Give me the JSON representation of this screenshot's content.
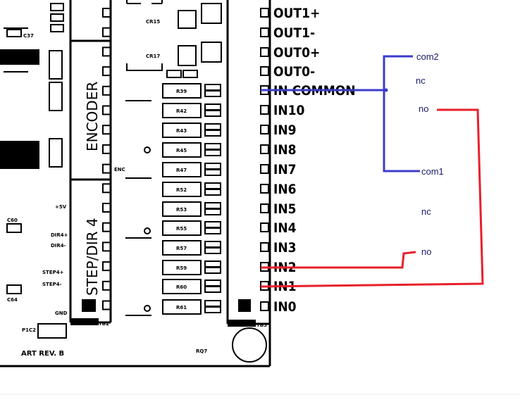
{
  "board": {
    "right_pins": [
      "OUT1+",
      "OUT1-",
      "OUT0+",
      "OUT0-",
      "IN COMMON",
      "IN10",
      "IN9",
      "IN8",
      "IN7",
      "IN6",
      "IN5",
      "IN4",
      "IN3",
      "IN2",
      "IN1",
      "IN0"
    ],
    "resistors": [
      "R39",
      "R42",
      "R43",
      "R45",
      "R47",
      "R52",
      "R53",
      "R55",
      "R57",
      "R59",
      "R60",
      "R61"
    ],
    "section_encoder": "ENCODER",
    "section_stepdir": "STEP/DIR 4",
    "left_labels": [
      "+5V",
      "DIR4+",
      "DIR4-",
      "STEP4+",
      "STEP4-",
      "GND"
    ],
    "enc_label": "ENC",
    "revision": "ART REV. B",
    "tb2": "TB2",
    "tb3": "TB3",
    "p1c2": "P1C2",
    "rq7": "RQ7",
    "cr15": "CR15",
    "cr17": "CR17",
    "c37": "C37",
    "c60": "C60",
    "c64": "C64"
  },
  "annotations": {
    "com2": "com2",
    "nc_top": "nc",
    "no_top": "no",
    "com1": "com1",
    "nc_bottom": "nc",
    "no_bottom": "no"
  },
  "colors": {
    "blue_wire": "#3c3ccc",
    "red_wire": "#e8202a",
    "annotation_text": "#1a1a6e"
  }
}
